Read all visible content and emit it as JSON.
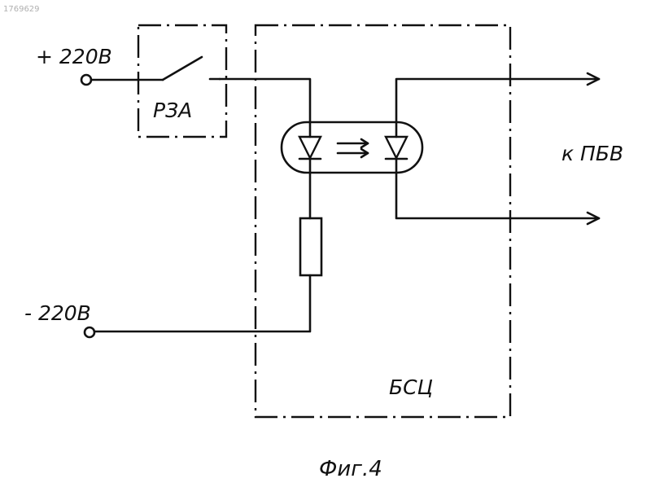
{
  "labels": {
    "top_number": "1769629",
    "plus_supply": "+ 220В",
    "minus_supply": "- 220В",
    "relay": "РЗА",
    "block": "БСЦ",
    "output": "к ПБВ",
    "figure": "Фиг.4"
  }
}
